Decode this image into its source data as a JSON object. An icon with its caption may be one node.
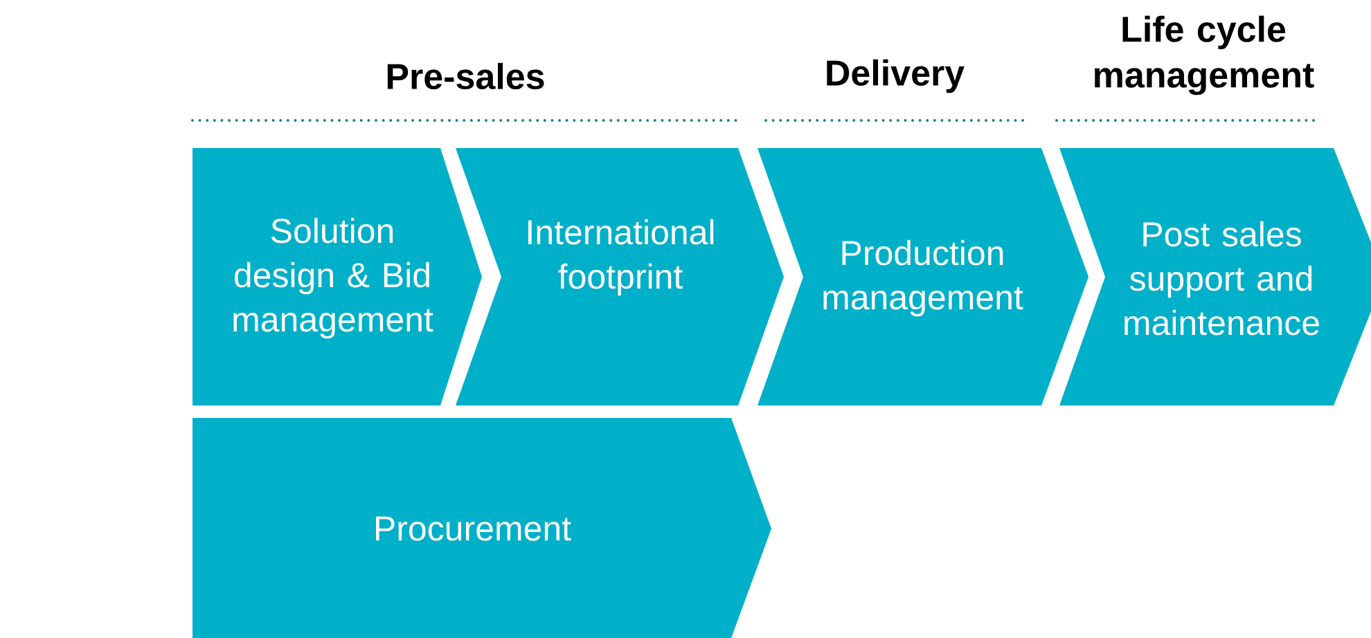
{
  "diagram": {
    "nodes": [
      {
        "text": [
          "Solution design & Bid management"
        ]
      },
      {
        "text": [
          "International footprint"
        ]
      },
      {
        "text": [
          "Production management"
        ]
      },
      {
        "text": [
          "Post sales support and maintenance"
        ]
      },
      {
        "text": [
          "Procurement"
        ]
      }
    ],
    "labels": [
      "Pre-sales",
      "Delivery",
      "Life cycle management"
    ]
  }
}
